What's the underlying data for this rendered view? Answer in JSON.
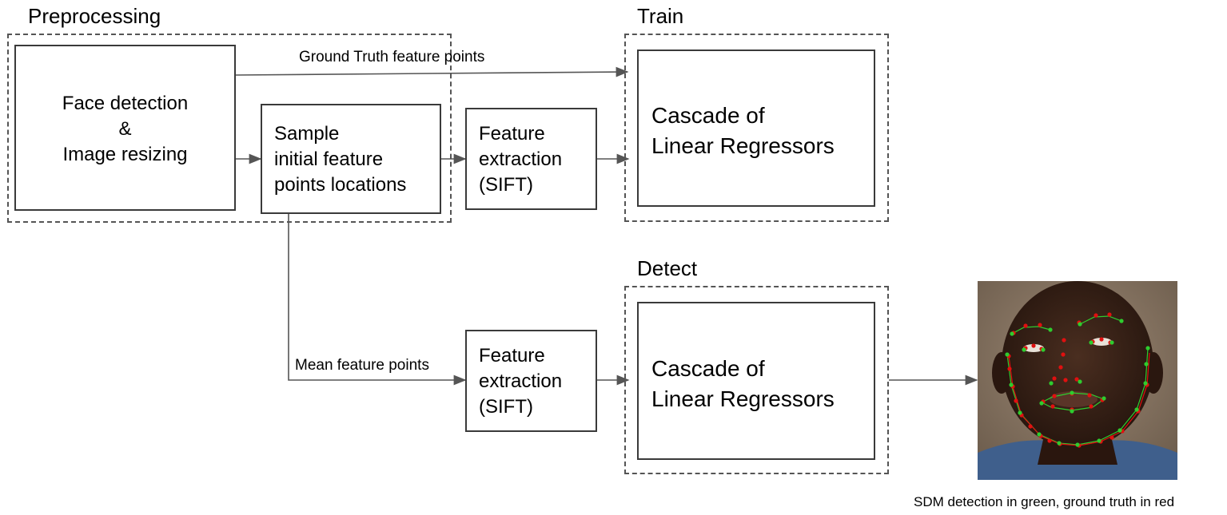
{
  "sections": {
    "preprocessing": "Preprocessing",
    "train": "Train",
    "detect": "Detect"
  },
  "boxes": {
    "face_detection": {
      "line1": "Face detection",
      "line2": "&",
      "line3": "Image resizing"
    },
    "sample": {
      "line1": "Sample",
      "line2": "initial feature",
      "line3": "points locations"
    },
    "feature_train": {
      "line1": "Feature",
      "line2": "extraction",
      "line3": "(SIFT)"
    },
    "feature_detect": {
      "line1": "Feature",
      "line2": "extraction",
      "line3": "(SIFT)"
    },
    "cascade_train": {
      "line1": "Cascade of",
      "line2": "Linear Regressors"
    },
    "cascade_detect": {
      "line1": "Cascade of",
      "line2": "Linear Regressors"
    }
  },
  "edges": {
    "ground_truth": "Ground Truth feature points",
    "mean_points": "Mean feature points"
  },
  "caption": "SDM detection in green, ground truth in red",
  "colors": {
    "detection": "#2ecc2e",
    "ground_truth": "#e01010",
    "line": "#555555"
  }
}
